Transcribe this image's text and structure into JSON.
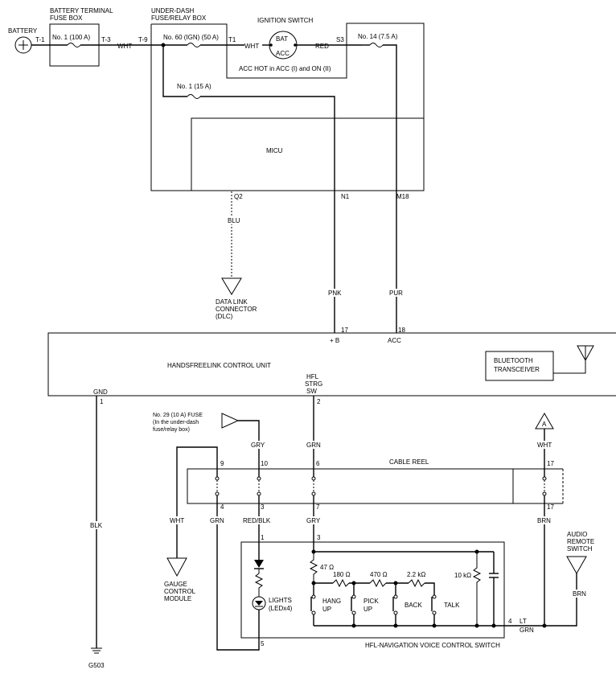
{
  "power": {
    "battery": "BATTERY",
    "battery_terminal": "T-1",
    "terminal_box_title_1": "BATTERY TERMINAL",
    "terminal_box_title_2": "FUSE BOX",
    "fuse1": "No. 1 (100 A)",
    "t3": "T-3",
    "wht1": "WHT",
    "underdash_title_1": "UNDER-DASH",
    "underdash_title_2": "FUSE/RELAY BOX",
    "t9": "T-9",
    "fuse60": "No. 60 (IGN) (50 A)",
    "t1": "T1",
    "wht2": "WHT",
    "ign_title": "IGNITION SWITCH",
    "bat": "BAT",
    "acc": "ACC",
    "red": "RED",
    "s3": "S3",
    "fuse14": "No. 14 (7.5 A)",
    "acc_hot": "ACC HOT in ACC (I) and ON (II)",
    "fuse1_15": "No. 1 (15 A)",
    "micu": "MICU"
  },
  "micu_pins": {
    "q2": "Q2",
    "n1": "N1",
    "m18": "M18",
    "blu": "BLU",
    "pnk": "PNK",
    "pur": "PUR",
    "dlc_1": "DATA LINK",
    "dlc_2": "CONNECTOR",
    "dlc_3": "(DLC)"
  },
  "hfl_unit": {
    "title": "HANDSFREELINK CONTROL UNIT",
    "pin17": "17",
    "plus_b": "+ B",
    "pin18": "18",
    "acc": "ACC",
    "bt_1": "BLUETOOTH",
    "bt_2": "TRANSCEIVER",
    "gnd": "GND",
    "gnd_pin": "1",
    "hfl_1": "HFL",
    "hfl_2": "STRG",
    "hfl_3": "SW",
    "hfl_pin": "2"
  },
  "ground": {
    "blk": "BLK",
    "g503": "G503"
  },
  "fuse29": {
    "line1": "No. 29 (10 A) FUSE",
    "line2": "(In the under-dash",
    "line3": "fuse/relay box)"
  },
  "cable_reel": {
    "title": "CABLE REEL",
    "gry_top": "GRY",
    "grn_top": "GRN",
    "wht_top": "WHT",
    "connector_a": "A",
    "top_pins": [
      "9",
      "10",
      "6",
      "17"
    ],
    "bottom_pins": [
      "4",
      "3",
      "7",
      "17"
    ],
    "wht_left": "WHT",
    "grn_low": "GRN",
    "red_blk": "RED/BLK",
    "gry_low": "GRY",
    "brn_low": "BRN",
    "gauge_1": "GAUGE",
    "gauge_2": "CONTROL",
    "gauge_3": "MODULE"
  },
  "audio_remote": {
    "l1": "AUDIO",
    "l2": "REMOTE",
    "l3": "SWITCH",
    "brn": "BRN"
  },
  "voice_switch": {
    "title": "HFL-NAVIGATION VOICE CONTROL SWITCH",
    "pin1": "1",
    "pin3": "3",
    "pin4": "4",
    "pin5": "5",
    "r47": "47 Ω",
    "r180": "180 Ω",
    "r470": "470 Ω",
    "r22k": "2.2 kΩ",
    "r10k": "10 kΩ",
    "hang_1": "HANG",
    "hang_2": "UP",
    "pick_1": "PICK",
    "pick_2": "UP",
    "back": "BACK",
    "talk": "TALK",
    "lights_1": "LIGHTS",
    "lights_2": "(LEDx4)",
    "lt": "LT",
    "grn": "GRN"
  }
}
